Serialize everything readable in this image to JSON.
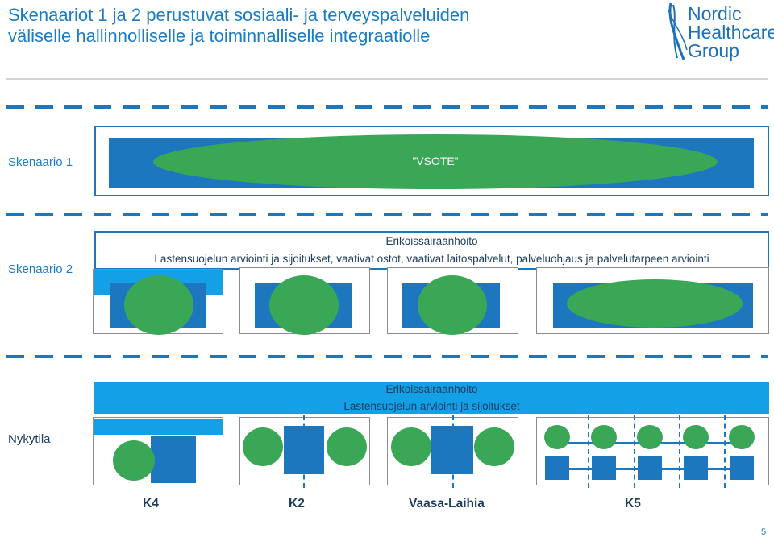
{
  "title": {
    "line1": "Skenaariot 1 ja 2 perustuvat sosiaali- ja terveyspalveluiden",
    "line2": "väliselle hallinnolliselle ja  toiminnalliselle integraatiolle"
  },
  "logo": {
    "line1": "Nordic",
    "line2": "Healthcare",
    "line3": "Group",
    "color": "#1d71b8"
  },
  "scenario1": {
    "label": "Skenaario 1",
    "ellipse_label": "”VSOTE”"
  },
  "scenario2": {
    "label": "Skenaario 2",
    "band_line1": "Erikoissairaanhoito",
    "band_line2": "Lastensuojelun arviointi ja sijoitukset, vaativat ostot, vaativat laitospalvelut, palveluohjaus ja palvelutarpeen arviointi"
  },
  "current": {
    "label": "Nykytila",
    "band_line1": "Erikoissairaanhoito",
    "band_line2": "Lastensuojelun arviointi ja sijoitukset"
  },
  "regions": [
    "K4",
    "K2",
    "Vaasa-Laihia",
    "K5"
  ],
  "page_number": "5",
  "colors": {
    "accent_blue": "#1c77bf",
    "light_blue": "#13a0e6",
    "green": "#3aa757",
    "text_dark": "#1b3c5c"
  }
}
